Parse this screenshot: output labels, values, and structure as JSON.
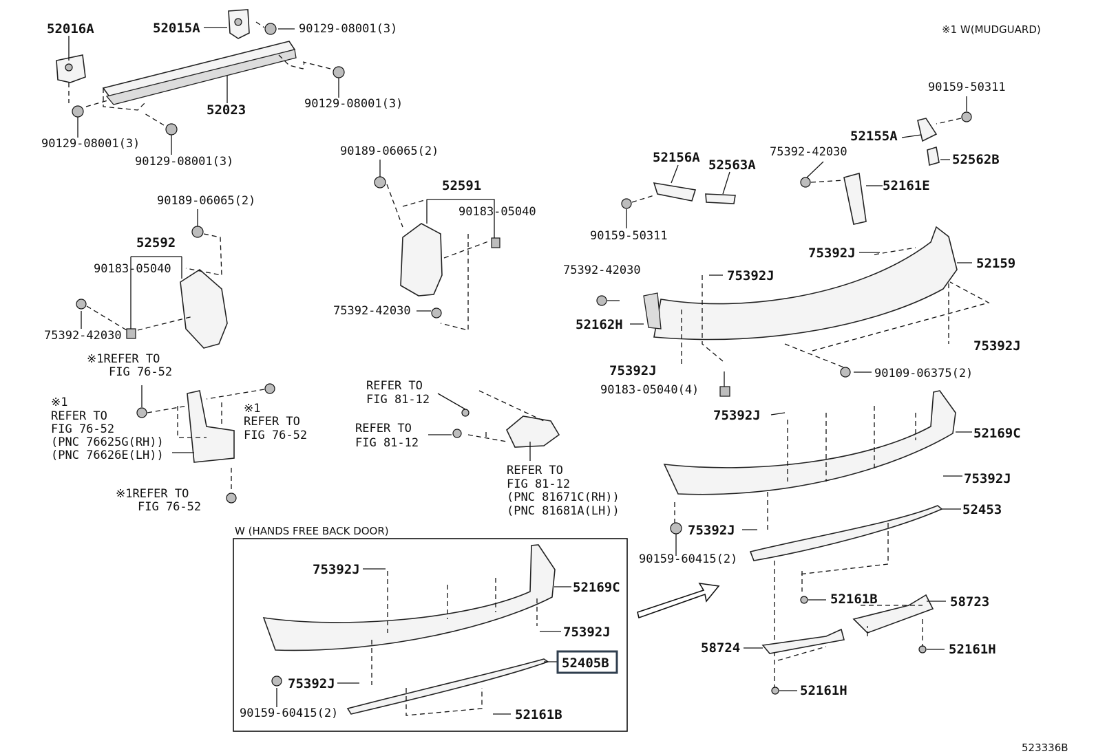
{
  "diagram": {
    "drawing_number": "523336B",
    "note": "※1  W(MUDGUARD)",
    "inset_title": "W (HANDS FREE BACK DOOR)",
    "highlighted_part": "52405B",
    "labels": [
      {
        "id": "l01",
        "text": "52016A",
        "style": "big"
      },
      {
        "id": "l02",
        "text": "52015A",
        "style": "big"
      },
      {
        "id": "l03",
        "text": "90129-08001(3)",
        "style": "lbl"
      },
      {
        "id": "l04",
        "text": "52023",
        "style": "big"
      },
      {
        "id": "l05",
        "text": "90129-08001(3)",
        "style": "lbl"
      },
      {
        "id": "l06",
        "text": "90129-08001(3)",
        "style": "lbl"
      },
      {
        "id": "l07",
        "text": "90129-08001(3)",
        "style": "lbl"
      },
      {
        "id": "l08",
        "text": "90189-06065(2)",
        "style": "lbl"
      },
      {
        "id": "l09",
        "text": "52591",
        "style": "big"
      },
      {
        "id": "l10",
        "text": "90183-05040",
        "style": "lbl"
      },
      {
        "id": "l11",
        "text": "75392-42030",
        "style": "lbl"
      },
      {
        "id": "l12",
        "text": "90189-06065(2)",
        "style": "lbl"
      },
      {
        "id": "l13",
        "text": "52592",
        "style": "big"
      },
      {
        "id": "l14",
        "text": "90183-05040",
        "style": "lbl"
      },
      {
        "id": "l15",
        "text": "75392-42030",
        "style": "lbl"
      },
      {
        "id": "l16",
        "text": "90159-50311",
        "style": "lbl"
      },
      {
        "id": "l17",
        "text": "52155A",
        "style": "big"
      },
      {
        "id": "l18",
        "text": "52562B",
        "style": "big"
      },
      {
        "id": "l19",
        "text": "75392-42030",
        "style": "lbl"
      },
      {
        "id": "l20",
        "text": "52161E",
        "style": "big"
      },
      {
        "id": "l21",
        "text": "52156A",
        "style": "big"
      },
      {
        "id": "l22",
        "text": "52563A",
        "style": "big"
      },
      {
        "id": "l23",
        "text": "90159-50311",
        "style": "lbl"
      },
      {
        "id": "l24",
        "text": "75392J",
        "style": "big"
      },
      {
        "id": "l25",
        "text": "52159",
        "style": "big"
      },
      {
        "id": "l26",
        "text": "75392-42030",
        "style": "lbl"
      },
      {
        "id": "l27",
        "text": "75392J",
        "style": "big"
      },
      {
        "id": "l28",
        "text": "52162H",
        "style": "big"
      },
      {
        "id": "l29",
        "text": "75392J",
        "style": "big"
      },
      {
        "id": "l30",
        "text": "75392J",
        "style": "big"
      },
      {
        "id": "l31",
        "text": "90109-06375(2)",
        "style": "lbl"
      },
      {
        "id": "l32",
        "text": "90183-05040(4)",
        "style": "lbl"
      },
      {
        "id": "l33",
        "text": "75392J",
        "style": "big"
      },
      {
        "id": "l34",
        "text": "52169C",
        "style": "big"
      },
      {
        "id": "l35",
        "text": "75392J",
        "style": "big"
      },
      {
        "id": "l36",
        "text": "52453",
        "style": "big"
      },
      {
        "id": "l37",
        "text": "75392J",
        "style": "big"
      },
      {
        "id": "l38",
        "text": "90159-60415(2)",
        "style": "lbl"
      },
      {
        "id": "l39",
        "text": "52161B",
        "style": "big"
      },
      {
        "id": "l40",
        "text": "58723",
        "style": "big"
      },
      {
        "id": "l41",
        "text": "58724",
        "style": "big"
      },
      {
        "id": "l42",
        "text": "52161H",
        "style": "big"
      },
      {
        "id": "l43",
        "text": "52161H",
        "style": "big"
      },
      {
        "id": "l44",
        "text": "※1REFER TO",
        "style": "lbl"
      },
      {
        "id": "l45",
        "text": "FIG 76-52",
        "style": "lbl"
      },
      {
        "id": "l46",
        "text": "※1",
        "style": "lbl"
      },
      {
        "id": "l47",
        "text": "REFER TO",
        "style": "lbl"
      },
      {
        "id": "l48",
        "text": "FIG 76-52",
        "style": "lbl"
      },
      {
        "id": "l49",
        "text": "(PNC 76625G(RH))",
        "style": "lbl"
      },
      {
        "id": "l50",
        "text": "(PNC 76626E(LH))",
        "style": "lbl"
      },
      {
        "id": "l51",
        "text": "※1",
        "style": "lbl"
      },
      {
        "id": "l52",
        "text": "REFER TO",
        "style": "lbl"
      },
      {
        "id": "l53",
        "text": "FIG 76-52",
        "style": "lbl"
      },
      {
        "id": "l54",
        "text": "※1REFER TO",
        "style": "lbl"
      },
      {
        "id": "l55",
        "text": "FIG 76-52",
        "style": "lbl"
      },
      {
        "id": "l56",
        "text": "REFER TO",
        "style": "lbl"
      },
      {
        "id": "l57",
        "text": "FIG 81-12",
        "style": "lbl"
      },
      {
        "id": "l58",
        "text": "REFER TO",
        "style": "lbl"
      },
      {
        "id": "l59",
        "text": "FIG 81-12",
        "style": "lbl"
      },
      {
        "id": "l60",
        "text": "REFER TO",
        "style": "lbl"
      },
      {
        "id": "l61",
        "text": "FIG 81-12",
        "style": "lbl"
      },
      {
        "id": "l62",
        "text": "(PNC 81671C(RH))",
        "style": "lbl"
      },
      {
        "id": "l63",
        "text": "(PNC 81681A(LH))",
        "style": "lbl"
      },
      {
        "id": "l64",
        "text": "75392J",
        "style": "big"
      },
      {
        "id": "l65",
        "text": "52169C",
        "style": "big"
      },
      {
        "id": "l66",
        "text": "75392J",
        "style": "big"
      },
      {
        "id": "l67",
        "text": "75392J",
        "style": "big"
      },
      {
        "id": "l68",
        "text": "90159-60415(2)",
        "style": "lbl"
      },
      {
        "id": "l69",
        "text": "52161B",
        "style": "big"
      }
    ]
  }
}
